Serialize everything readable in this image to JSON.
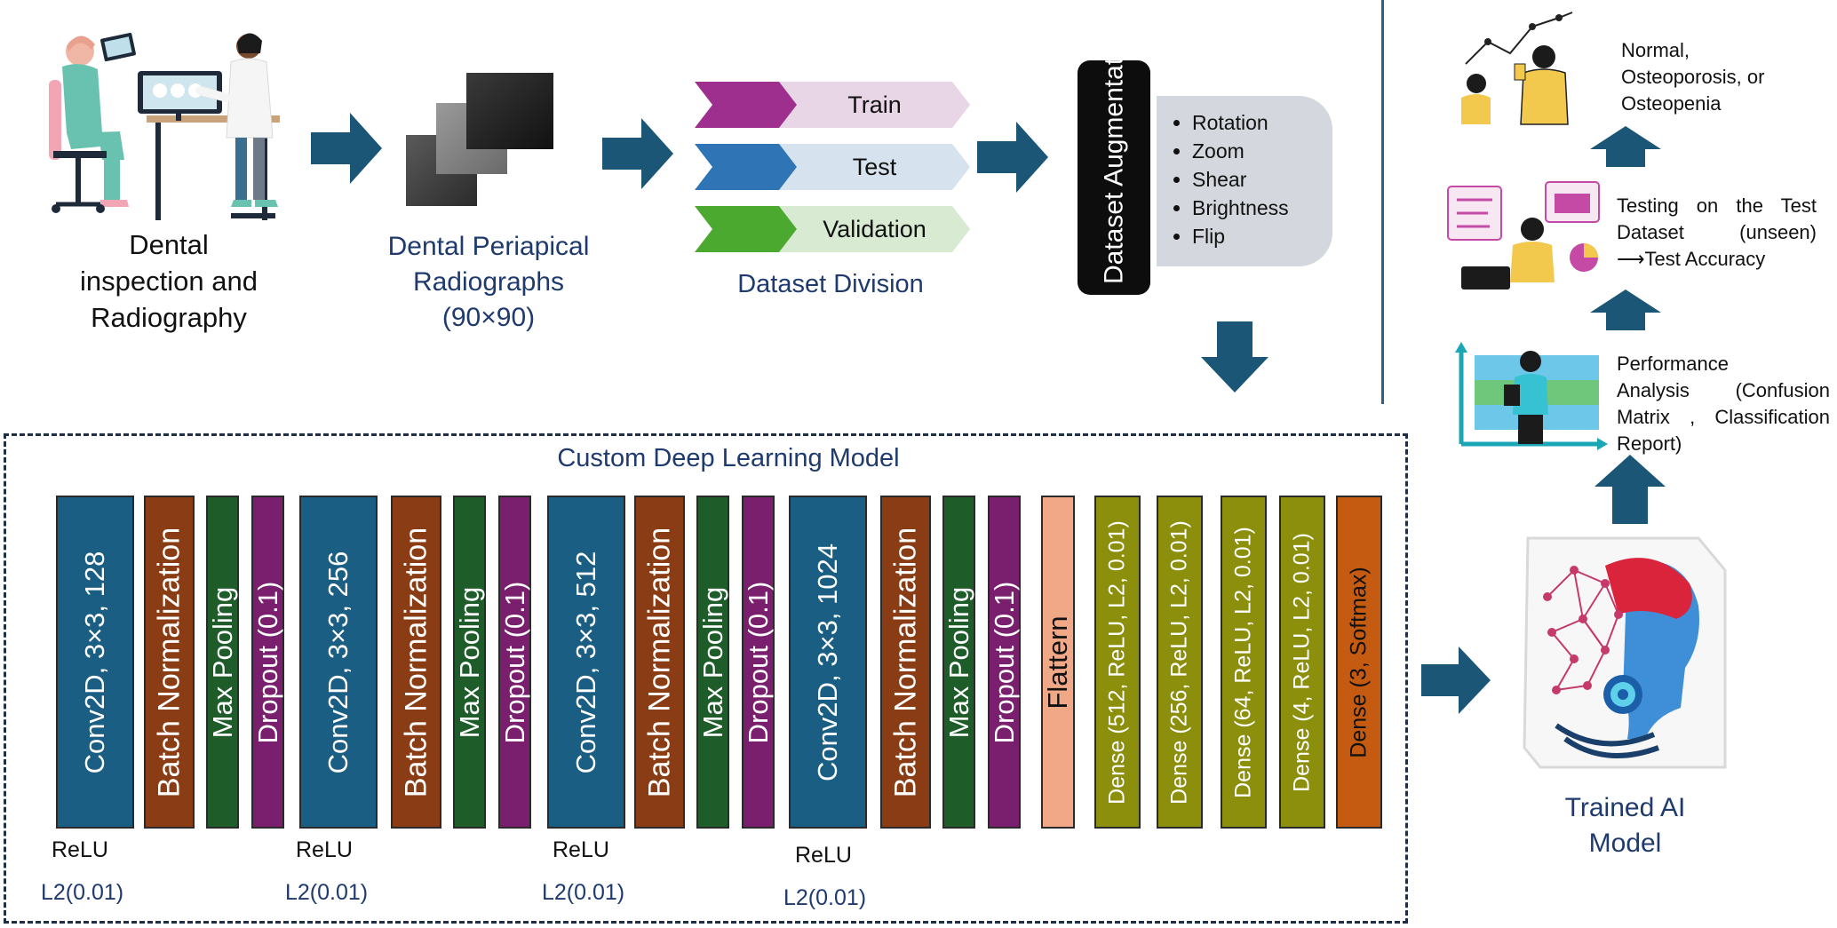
{
  "colors": {
    "navy_arrow": "#1b5676",
    "conv": "#1b5e83",
    "batch_norm": "#8a3d14",
    "max_pool": "#1e5c2a",
    "dropout": "#7a1f6e",
    "flatten": "#f1a886",
    "dense": "#8c8f0b",
    "softmax": "#c55a11",
    "train": "#9e2f8f",
    "test": "#2f75b5",
    "validation": "#4aa92e"
  },
  "pipeline": {
    "step1": "Dental inspection and Radiography",
    "step1_lines": [
      "Dental",
      "inspection and",
      "Radiography"
    ],
    "step2_lines": [
      "Dental Periapical",
      "Radiographs",
      "(90×90)"
    ],
    "split": {
      "train": "Train",
      "test": "Test",
      "validation": "Validation"
    },
    "step3": "Dataset Division",
    "augmentation_title": "Dataset Augmentation",
    "augmentations": [
      "Rotation",
      "Zoom",
      "Shear",
      "Brightness",
      "Flip"
    ]
  },
  "results": {
    "output_lines": [
      "Normal,",
      "Osteoporosis, or",
      "Osteopenia"
    ],
    "testing_lines": [
      "Testing on the Test",
      "Dataset (unseen)",
      "⟶Test Accuracy"
    ],
    "performance_lines": [
      "Performance",
      "Analysis (Confusion",
      "Matrix , Classification",
      "Report)"
    ],
    "trained_model_lines": [
      "Trained AI",
      "Model"
    ]
  },
  "model": {
    "title": "Custom Deep Learning Model",
    "layers": [
      {
        "label": "Conv2D, 3×3, 128",
        "kind": "conv"
      },
      {
        "label": "Batch Normalization",
        "kind": "batch_norm"
      },
      {
        "label": "Max Pooling",
        "kind": "max_pool"
      },
      {
        "label": "Dropout (0.1)",
        "kind": "dropout"
      },
      {
        "label": "Conv2D, 3×3, 256",
        "kind": "conv"
      },
      {
        "label": "Batch Normalization",
        "kind": "batch_norm"
      },
      {
        "label": "Max Pooling",
        "kind": "max_pool"
      },
      {
        "label": "Dropout (0.1)",
        "kind": "dropout"
      },
      {
        "label": "Conv2D, 3×3, 512",
        "kind": "conv"
      },
      {
        "label": "Batch Normalization",
        "kind": "batch_norm"
      },
      {
        "label": "Max Pooling",
        "kind": "max_pool"
      },
      {
        "label": "Dropout (0.1)",
        "kind": "dropout"
      },
      {
        "label": "Conv2D, 3×3, 1024",
        "kind": "conv"
      },
      {
        "label": "Batch Normalization",
        "kind": "batch_norm"
      },
      {
        "label": "Max Pooling",
        "kind": "max_pool"
      },
      {
        "label": "Dropout (0.1)",
        "kind": "dropout"
      },
      {
        "label": "Flattern",
        "kind": "flatten"
      },
      {
        "label": "Dense (512, ReLU, L2, 0.01)",
        "kind": "dense"
      },
      {
        "label": "Dense (256, ReLU, L2, 0.01)",
        "kind": "dense"
      },
      {
        "label": "Dense (64, ReLU, L2, 0.01)",
        "kind": "dense"
      },
      {
        "label": "Dense (4, ReLU, L2, 0.01)",
        "kind": "dense"
      },
      {
        "label": "Dense (3, Softmax)",
        "kind": "softmax"
      }
    ],
    "activation_labels": [
      "ReLU",
      "ReLU",
      "ReLU",
      "ReLU"
    ],
    "regularization_labels": [
      "L2(0.01)",
      "L2(0.01)",
      "L2(0.01)",
      "L2(0.01)"
    ]
  }
}
